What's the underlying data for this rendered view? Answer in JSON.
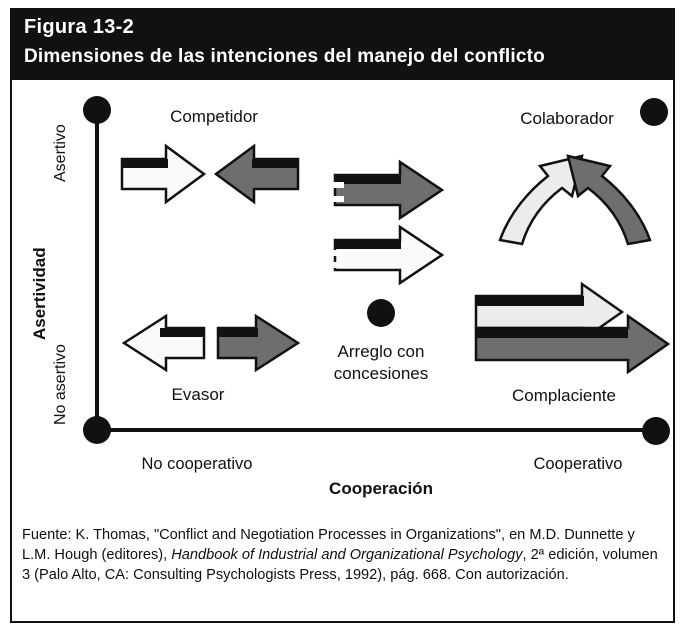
{
  "figure": {
    "number": "Figura 13-2",
    "title": "Dimensiones de las intenciones del manejo del conflicto"
  },
  "axes": {
    "y_title": "Asertividad",
    "y_high": "Asertivo",
    "y_low": "No asertivo",
    "x_title": "Cooperación",
    "x_low": "No cooperativo",
    "x_high": "Cooperativo"
  },
  "styles": {
    "competidor": "Competidor",
    "colaborador": "Colaborador",
    "arreglo_line1": "Arreglo con",
    "arreglo_line2": "concesiones",
    "evasor": "Evasor",
    "complaciente": "Complaciente"
  },
  "source": {
    "part1": "Fuente: K. Thomas, \"Conflict and Negotiation Processes in Organizations\", en M.D. Dunnette y L.M. Hough (editores), ",
    "book_title": "Handbook of Industrial and Organizational Psychology",
    "part2": ", 2ª edición, volumen 3 (Palo Alto, CA: Consulting Psychologists Press, 1992), pág. 668. Con autorización."
  },
  "colors": {
    "ink": "#111111",
    "gray_fill": "#6e6e6e",
    "light_fill": "#ececec",
    "header_bg": "#111111"
  }
}
